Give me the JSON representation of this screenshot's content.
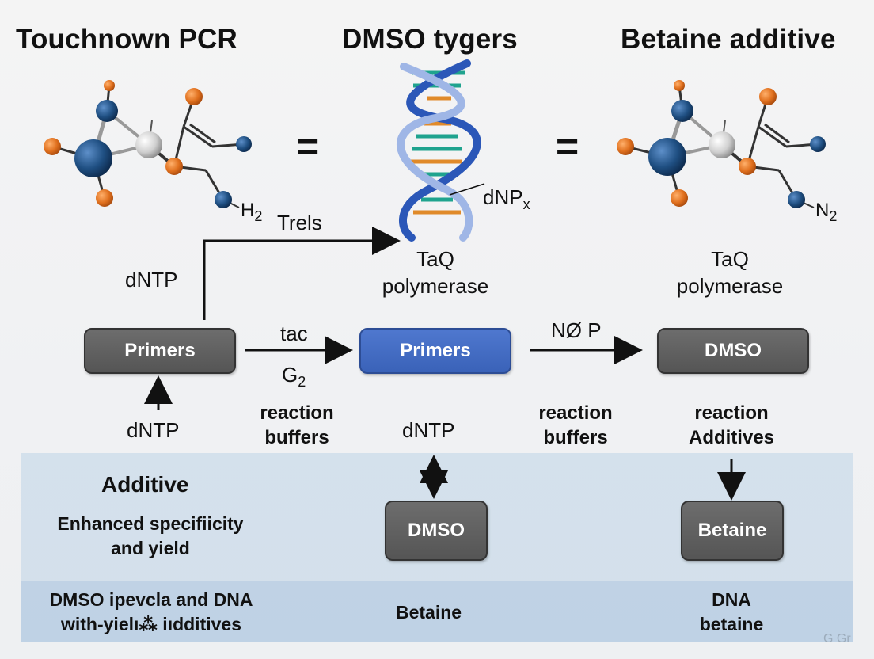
{
  "titles": {
    "left": "Touchnown PCR",
    "center": "DMSO tygers",
    "right": "Betaine additive"
  },
  "equals": [
    "=",
    "="
  ],
  "molecule_left_label": {
    "text": "H",
    "sub": "2"
  },
  "molecule_right_label": {
    "text": "N",
    "sub": "2"
  },
  "dna_label": {
    "text": "dNP",
    "sub": "x"
  },
  "arrow_label_trels": "Trels",
  "taq_center": {
    "line1": "TaQ",
    "line2": "polymerase"
  },
  "taq_right": {
    "line1": "TaQ",
    "line2": "polymerase"
  },
  "dntp_top_left": "dNTP",
  "boxes": {
    "left": "Primers",
    "center": "Primers",
    "right": "DMSO"
  },
  "arrow1_top": "tac",
  "arrow1_bottom": {
    "text": "G",
    "sub": "2"
  },
  "arrow2_top": "NØ P",
  "dntp_bottom_left": "dNTP",
  "reaction_buffers_1": {
    "line1": "reaction",
    "line2": "buffers"
  },
  "dntp_center": "dNTP",
  "reaction_buffers_2": {
    "line1": "reaction",
    "line2": "buffers"
  },
  "reaction_additives": {
    "line1": "reaction",
    "line2": "Additives"
  },
  "panel": {
    "heading": "Additive",
    "desc_line1": "Enhanced specifiicity",
    "desc_line2": "and yield",
    "box_center": "DMSO",
    "box_right": "Betaine"
  },
  "footer": {
    "left_line1": "DMSO ipevcla and DNA",
    "left_line2": "with-yielı⁂ iıdditives",
    "center": "Betaine",
    "right_line1": "DNA",
    "right_line2": "betaine"
  },
  "watermark": "G Gr",
  "colors": {
    "atom_blue": "#1f4f82",
    "atom_orange": "#e0701e",
    "box_blue": "#3f68c0",
    "box_gray": "#5e5e5e",
    "dna_blue": "#3f6fd0",
    "dna_teal": "#1fa38e",
    "dna_orange": "#e08a2a"
  }
}
